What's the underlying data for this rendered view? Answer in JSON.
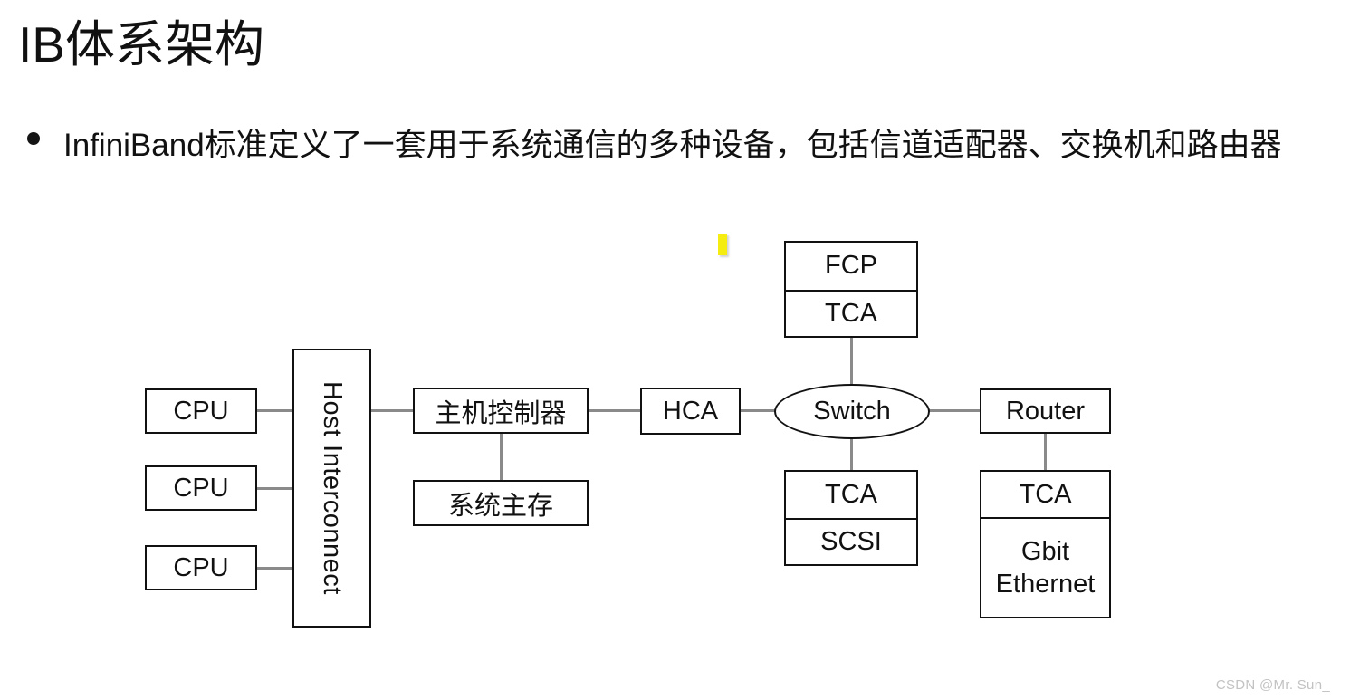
{
  "slide": {
    "title": "IB体系架构",
    "bullet": "InfiniBand标准定义了一套用于系统通信的多种设备，包括信道适配器、交换机和路由器",
    "watermark": "CSDN @Mr. Sun_",
    "background_color": "#ffffff",
    "text_color": "#111111",
    "border_color": "#111111",
    "wire_color": "#8a8a8a",
    "cursor_color": "#f5ec12"
  },
  "diagram": {
    "type": "block-diagram",
    "nodes": {
      "cpu_1": "CPU",
      "cpu_2": "CPU",
      "cpu_3": "CPU",
      "host_interconnect": "Host Interconnect",
      "host_controller": "主机控制器",
      "system_memory": "系统主存",
      "hca": "HCA",
      "switch": "Switch",
      "fcp": "FCP",
      "fcp_tca": "TCA",
      "tca_scsi_tca": "TCA",
      "scsi": "SCSI",
      "router": "Router",
      "router_tca": "TCA",
      "gbit_ethernet": "Gbit Ethernet"
    },
    "edges": [
      "cpu_1 - host_interconnect",
      "cpu_2 - host_interconnect",
      "cpu_3 - host_interconnect",
      "host_interconnect - host_controller",
      "host_controller - system_memory",
      "host_controller - hca",
      "hca - switch",
      "switch - fcp_tca_stack",
      "switch - tca_scsi_stack",
      "switch - router",
      "router - router_tca_stack"
    ]
  }
}
